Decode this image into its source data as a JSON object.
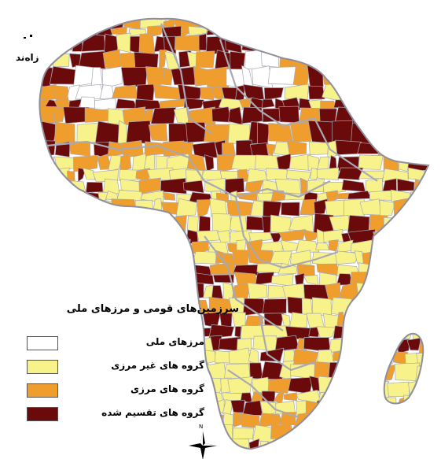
{
  "map": {
    "colors": {
      "national_borders": "#ffffff",
      "non_border_groups": "#f7f28a",
      "border_groups": "#ef9d2c",
      "divided_groups": "#6b0a0a",
      "border_line": "#a9a9b4"
    }
  },
  "legend": {
    "title": "سرزمین‌های قومی و مرزهای ملی",
    "items": [
      {
        "label": "مرزهای ملی",
        "color": "#ffffff"
      },
      {
        "label": "گروه های غیر مرزی",
        "color": "#f7f28a"
      },
      {
        "label": "گروه های مرزی",
        "color": "#ef9d2c"
      },
      {
        "label": "گروه های تقسیم شده",
        "color": "#6b0a0a"
      }
    ]
  },
  "corner_text": "زا‌ه‌ند",
  "compass": {
    "north_label": "N"
  }
}
